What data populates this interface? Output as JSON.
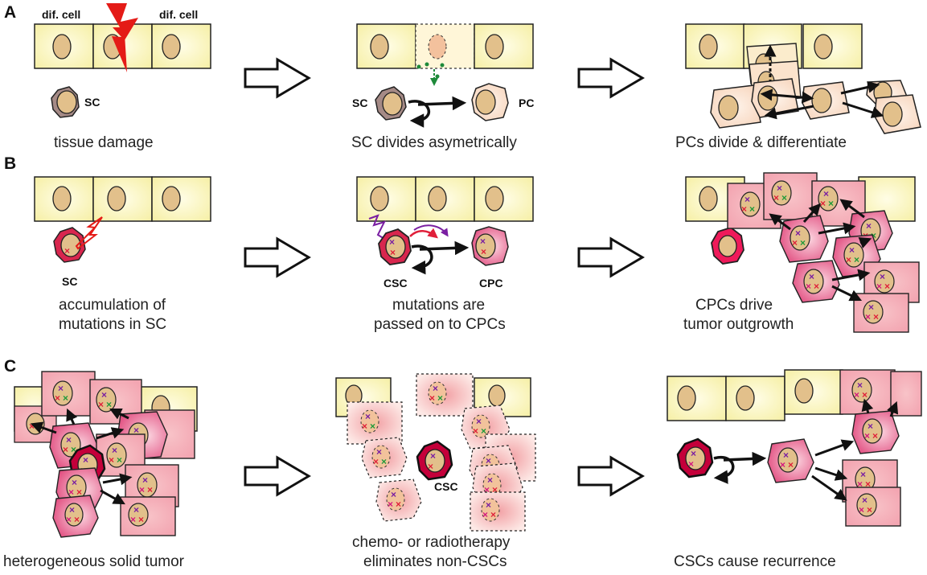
{
  "panels": {
    "A": {
      "letter": "A",
      "label_dif_cell_left": "dif. cell",
      "label_dif_cell_right": "dif. cell",
      "label_sc_1": "SC",
      "label_sc_2": "SC",
      "label_pc": "PC",
      "caption_1": "tissue damage",
      "caption_2": "SC divides asymetrically",
      "caption_3": "PCs divide & differentiate"
    },
    "B": {
      "letter": "B",
      "label_sc": "SC",
      "label_csc": "CSC",
      "label_cpc": "CPC",
      "caption_1": [
        "accumulation of",
        "mutations in SC"
      ],
      "caption_2": [
        "mutations are",
        "passed on to CPCs"
      ],
      "caption_3": [
        "CPCs drive",
        "tumor outgrowth"
      ]
    },
    "C": {
      "letter": "C",
      "label_csc": "CSC",
      "caption_1": "heterogeneous solid tumor",
      "caption_2": [
        "chemo- or radiotherapy",
        "eliminates non-CSCs"
      ],
      "caption_3": "CSCs cause recurrence"
    }
  },
  "colors": {
    "diff_cell_fill": "#fbf7c0",
    "cell_outline": "#222222",
    "nucleus_fill": "#e2c08b",
    "stem_cell_rim": "#a58a86",
    "progenitor_fill": "#fbe1cf",
    "tumor_rim": "#e53b6b",
    "csc_rim": "#b5002f",
    "mutation_purple": "#7a1fa2",
    "mutation_red": "#e0203a",
    "mutation_green": "#1f9a3a",
    "mutation_magenta": "#d4177f",
    "lightning_red": "#e41b17",
    "signal_green": "#1e8a3a"
  },
  "icons": [
    "lightning-icon",
    "hollow-arrow-icon",
    "mutation-cross-icon"
  ]
}
